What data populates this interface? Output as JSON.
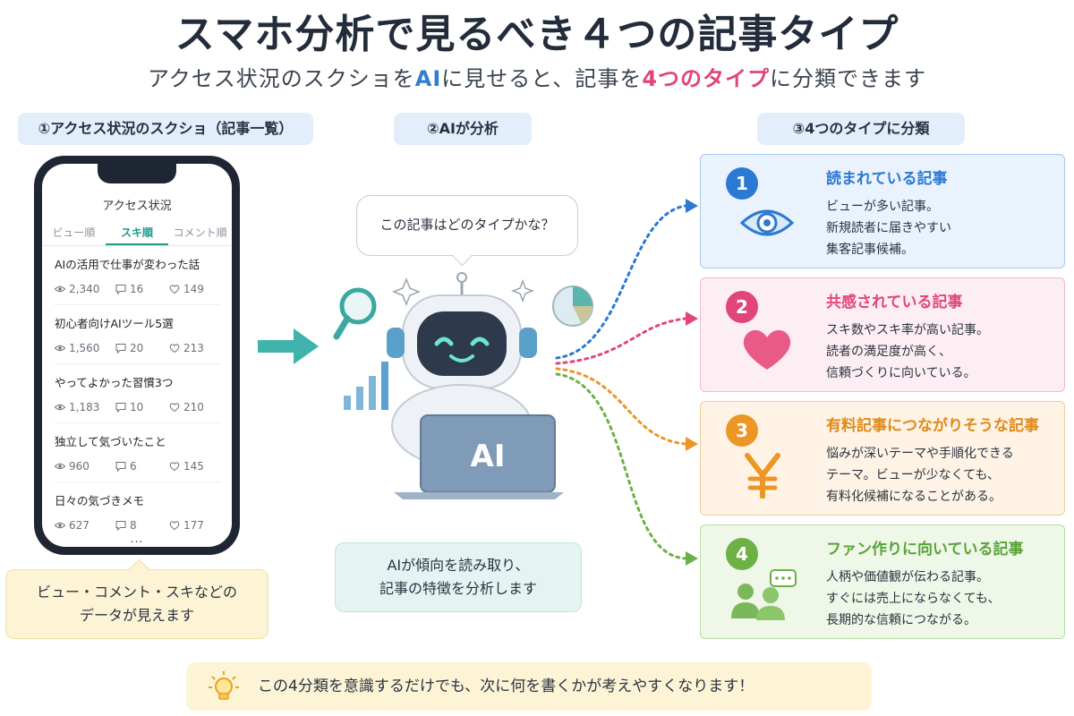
{
  "title": "スマホ分析で見るべき４つの記事タイプ",
  "subtitle": {
    "part1": "アクセス状況のスクショを",
    "ai": "AI",
    "part2": "に見せると、記事を",
    "highlight": "4つのタイプ",
    "part3": "に分類できます"
  },
  "steps": {
    "step1": "①アクセス状況のスクショ（記事一覧）",
    "step2": "②AIが分析",
    "step3": "③4つのタイプに分類"
  },
  "phone": {
    "screen_title": "アクセス状況",
    "tabs": [
      "ビュー順",
      "スキ順",
      "コメント順"
    ],
    "active_tab": 1,
    "articles": [
      {
        "title": "AIの活用で仕事が変わった話",
        "views": "2,340",
        "comments": "16",
        "likes": "149"
      },
      {
        "title": "初心者向けAIツール5選",
        "views": "1,560",
        "comments": "20",
        "likes": "213"
      },
      {
        "title": "やってよかった習慣3つ",
        "views": "1,183",
        "comments": "10",
        "likes": "210"
      },
      {
        "title": "独立して気づいたこと",
        "views": "960",
        "comments": "6",
        "likes": "145"
      },
      {
        "title": "日々の気づきメモ",
        "views": "627",
        "comments": "8",
        "likes": "177"
      }
    ],
    "more": "..."
  },
  "callouts": {
    "phone_line1": "ビュー・コメント・スキなどの",
    "phone_line2": "データが見えます",
    "ai_line1": "AIが傾向を読み取り、",
    "ai_line2": "記事の特徴を分析します"
  },
  "speech": "この記事はどのタイプかな？",
  "ai_label": "AI",
  "cards": [
    {
      "num": "1",
      "title": "読まれている記事",
      "lines": [
        "ビューが多い記事。",
        "新規読者に届きやすい",
        "集客記事候補。"
      ],
      "icon": "eye-icon"
    },
    {
      "num": "2",
      "title": "共感されている記事",
      "lines": [
        "スキ数やスキ率が高い記事。",
        "読者の満足度が高く、",
        "信頼づくりに向いている。"
      ],
      "icon": "heart-icon"
    },
    {
      "num": "3",
      "title": "有料記事につながりそうな記事",
      "lines": [
        "悩みが深いテーマや手順化できる",
        "テーマ。ビューが少なくても、",
        "有料化候補になることがある。"
      ],
      "icon": "yen-icon"
    },
    {
      "num": "4",
      "title": "ファン作りに向いている記事",
      "lines": [
        "人柄や価値観が伝わる記事。",
        "すぐには売上にならなくても、",
        "長期的な信頼につながる。"
      ],
      "icon": "people-chat-icon"
    }
  ],
  "tip": "この4分類を意識するだけでも、次に何を書くかが考えやすくなります！",
  "colors": {
    "type1": "#2b79d3",
    "type2": "#e2457a",
    "type3": "#ec9626",
    "type4": "#6db046",
    "accent_teal": "#1d9a8a"
  }
}
